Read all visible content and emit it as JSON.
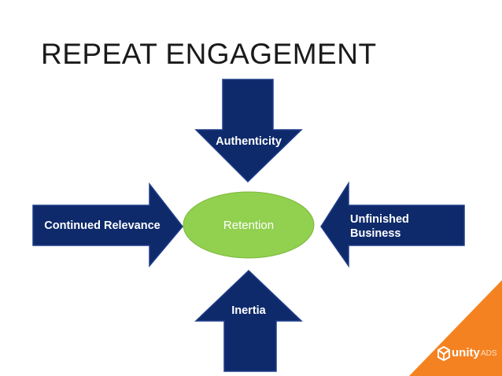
{
  "title": "REPEAT ENGAGEMENT",
  "center": {
    "label": "Retention",
    "color": "#92d050"
  },
  "arrows": {
    "top": {
      "label": "Authenticity"
    },
    "left": {
      "label": "Continued Relevance"
    },
    "right": {
      "label_line1": "Unfinished",
      "label_line2": "Business"
    },
    "bottom": {
      "label": "Inertia"
    }
  },
  "colors": {
    "arrow_fill": "#0e2a6b",
    "arrow_stroke": "#1f3d8a",
    "brand_orange": "#f58220"
  },
  "branding": {
    "logo_text": "unity",
    "logo_suffix": "ADS",
    "logo_icon": "unity-cube-icon"
  }
}
